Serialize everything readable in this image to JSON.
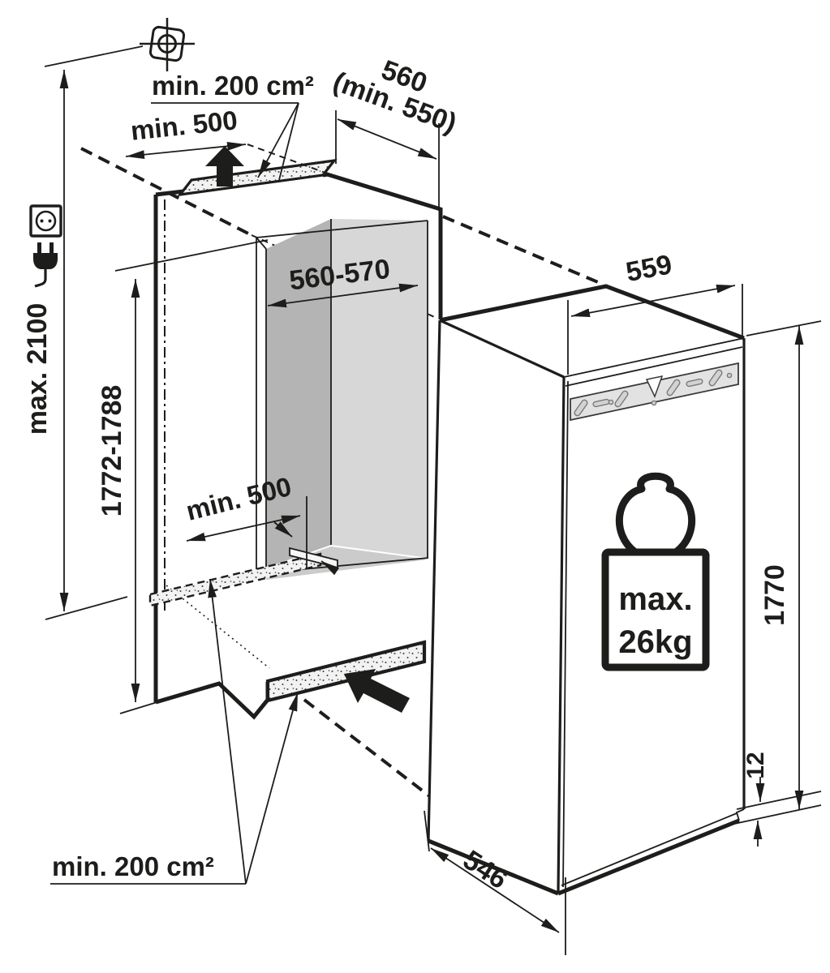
{
  "title": "Built-in appliance niche installation dimensions diagram",
  "labels": {
    "vent_top_area": "min. 200 cm²",
    "clearance_top": "min. 500",
    "niche_depth": "560",
    "niche_depth_min": "(min. 550)",
    "niche_width": "560-570",
    "appliance_width": "559",
    "total_height": "max. 2100",
    "niche_height": "1772-1788",
    "clearance_bottom": "min. 500",
    "appliance_height": "1770",
    "plinth_gap": "12",
    "appliance_depth": "546",
    "vent_bottom_area": "min. 200 cm²"
  },
  "weight_badge": {
    "line1": "max.",
    "line2": "26kg"
  },
  "icons": [
    "drill-template-icon",
    "power-socket-icon",
    "power-plug-icon",
    "airflow-up-arrow",
    "airflow-intake-arrow",
    "weight-icon"
  ],
  "colors": {
    "line": "#1d1d1b",
    "interior_side_wall": "#b4b4b4",
    "interior_back_wall": "#d7d7d7",
    "interior_floor": "#cbcbcb",
    "vent_strip": "#f2f2f2",
    "mounting_bracket": "#e2e2e2"
  }
}
